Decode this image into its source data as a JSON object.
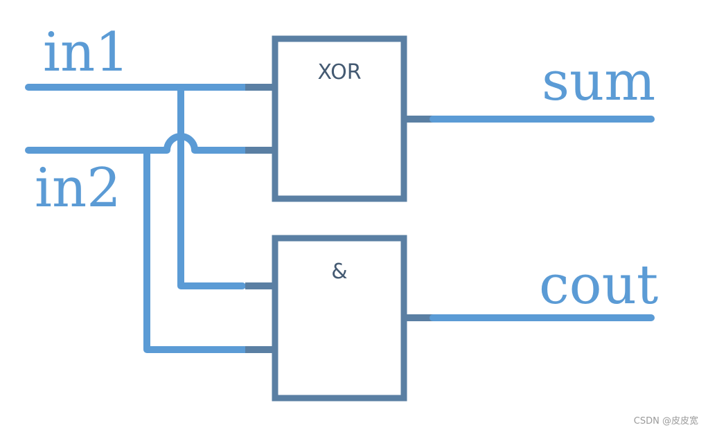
{
  "signals": {
    "in1": "in1",
    "in2": "in2",
    "sum": "sum",
    "cout": "cout"
  },
  "gates": {
    "xor": "XOR",
    "and": "&"
  },
  "watermark": "CSDN @皮皮宽",
  "colors": {
    "wire": "#5b9bd5",
    "gate": "#5a7fa3",
    "gate_text": "#445a72"
  }
}
